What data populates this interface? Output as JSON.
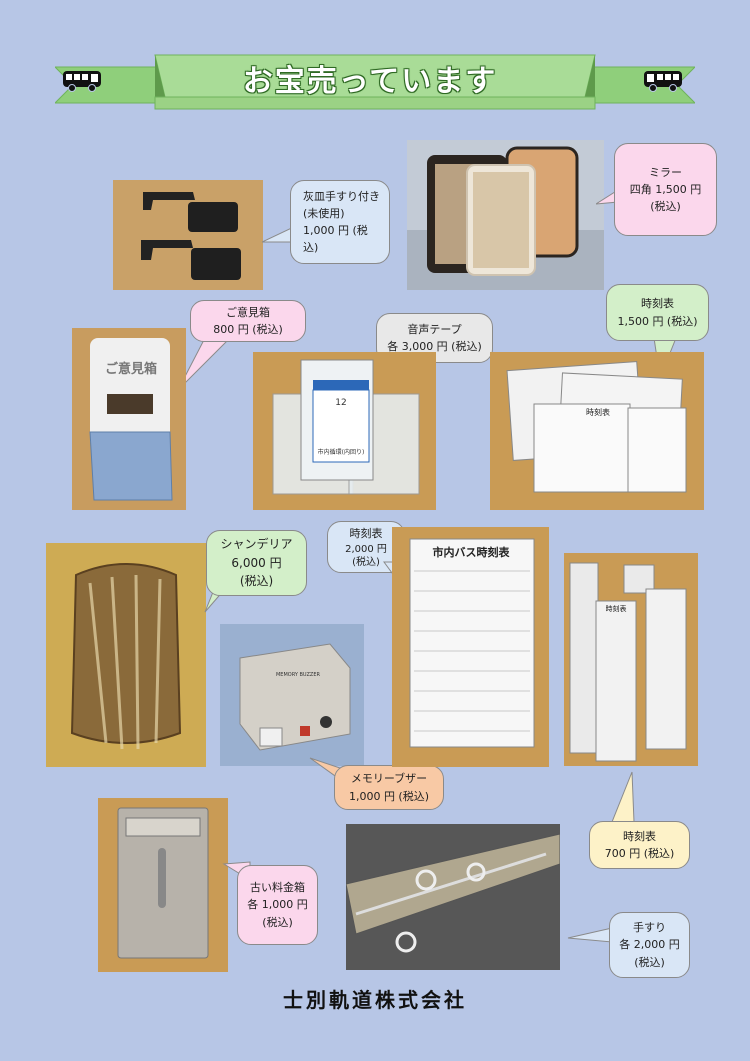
{
  "banner": {
    "title": "お宝売っています"
  },
  "company": "士別軌道株式会社",
  "items": {
    "ashtray": {
      "lines": [
        "灰皿手すり付き",
        "(未使用)",
        "1,000 円 (税込)"
      ]
    },
    "mirror": {
      "lines": [
        "ミラー",
        "四角 1,500 円",
        "(税込)"
      ]
    },
    "suggestion_box": {
      "lines": [
        "ご意見箱",
        "800 円 (税込)"
      ],
      "photo_label": "ご意見箱"
    },
    "audio_tape": {
      "lines": [
        "音声テープ",
        "各 3,000 円 (税込)"
      ],
      "photo_label_num": "12",
      "photo_label_text": "市内循環(内回り)"
    },
    "timetable_1500": {
      "lines": [
        "時刻表",
        "1,500 円 (税込)"
      ],
      "photo_label": "時刻表"
    },
    "chandelier": {
      "lines": [
        "シャンデリア",
        "6,000 円",
        "(税込)"
      ]
    },
    "timetable_2000": {
      "lines": [
        "時刻表",
        "2,000 円",
        "(税込)"
      ],
      "photo_label": "市内バス時刻表"
    },
    "memory_buzzer": {
      "lines": [
        "メモリーブザー",
        "1,000 円 (税込)"
      ],
      "photo_label": "MEMORY BUZZER"
    },
    "timetable_700": {
      "lines": [
        "時刻表",
        "700 円 (税込)"
      ],
      "photo_label": "時刻表"
    },
    "fare_box": {
      "lines": [
        "古い料金箱",
        "各 1,000 円",
        "(税込)"
      ]
    },
    "handrail": {
      "lines": [
        "手すり",
        "各 2,000 円",
        "(税込)"
      ]
    }
  },
  "colors": {
    "background": "#b7c6e6",
    "banner": "#a9dc97",
    "banner_dark": "#6fb35c"
  },
  "icons": [
    "bus-icon-left",
    "bus-icon-right"
  ]
}
